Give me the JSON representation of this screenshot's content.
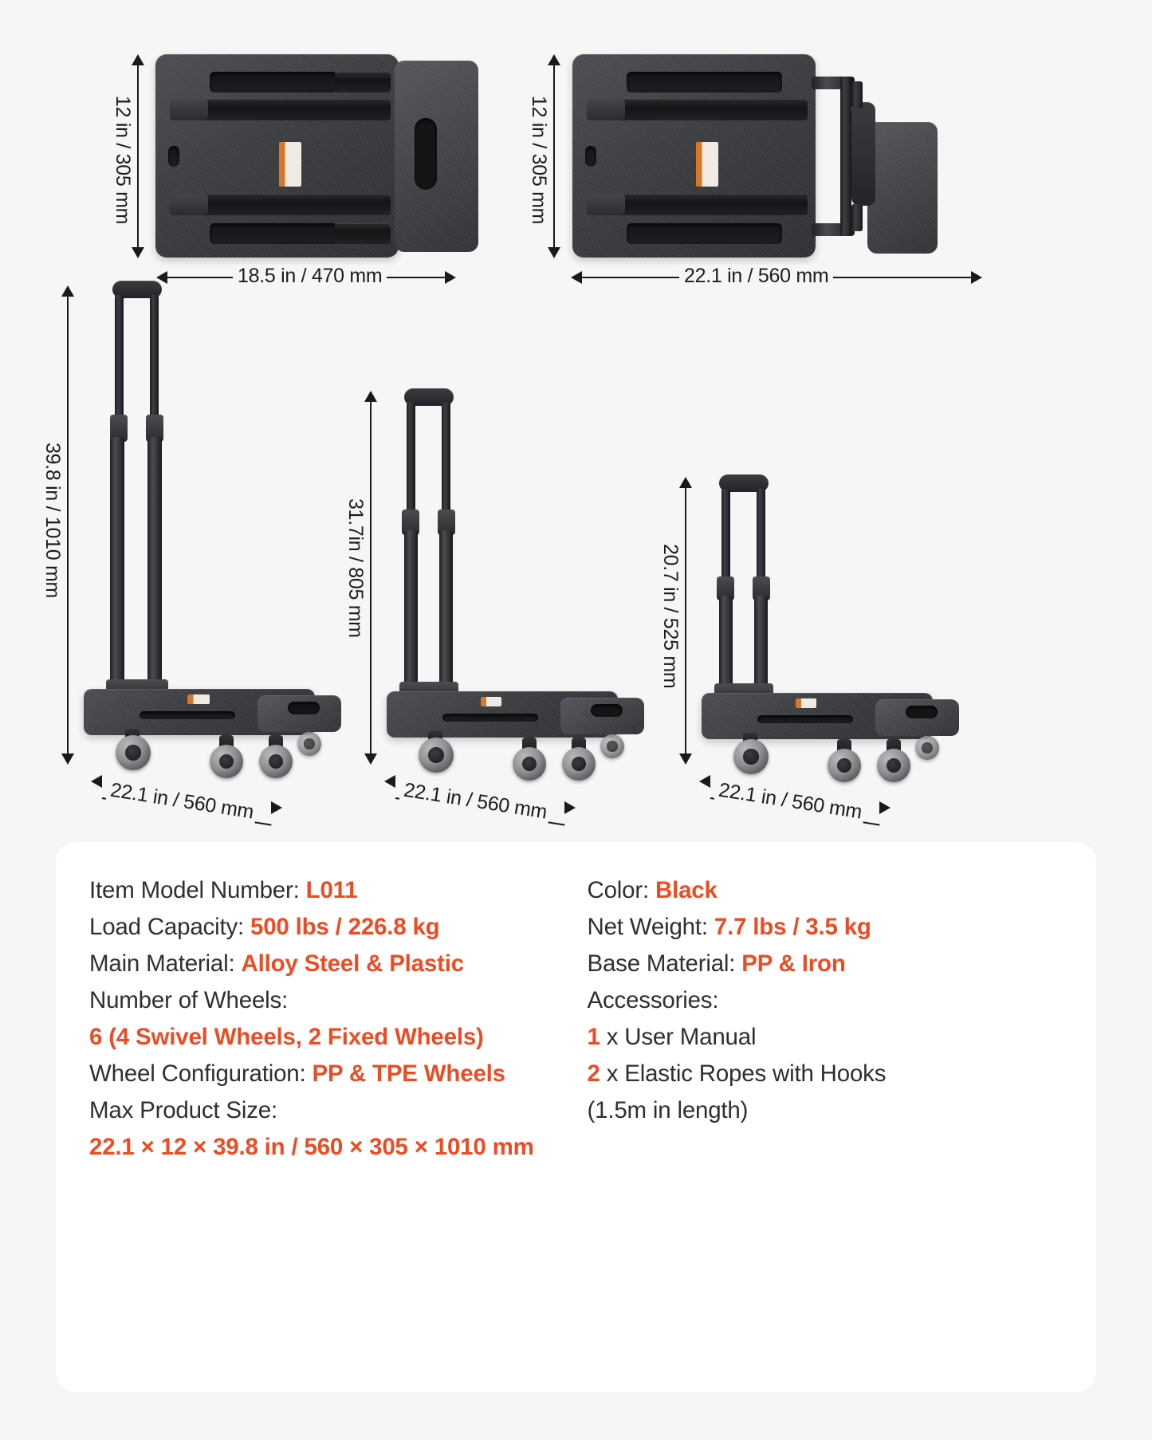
{
  "theme": {
    "background": "#f6f6f6",
    "card_background": "#ffffff",
    "accent": "#ec4c24",
    "text": "#2f2f2f"
  },
  "views": {
    "folded_top": {
      "name": "folded-flat-top-view",
      "height_label": "12 in / 305 mm",
      "width_label": "18.5 in / 470 mm"
    },
    "folded_handle": {
      "name": "folded-with-handle-top-view",
      "height_label": "12 in / 305 mm",
      "width_label": "22.1 in / 560 mm"
    },
    "cart_tall": {
      "name": "cart-handle-fully-extended",
      "height_label": "39.8 in / 1010 mm",
      "width_label": "22.1 in / 560 mm"
    },
    "cart_mid": {
      "name": "cart-handle-mid-extended",
      "height_label": "31.7in / 805 mm",
      "width_label": "22.1 in / 560 mm"
    },
    "cart_low": {
      "name": "cart-handle-retracted",
      "height_label": "20.7 in / 525 mm",
      "width_label": "22.1 in / 560 mm"
    }
  },
  "specs": {
    "left": [
      {
        "label": "Item Model Number:",
        "value": "L011",
        "layout": "inline"
      },
      {
        "label": "Load Capacity:",
        "value": "500 lbs / 226.8 kg",
        "layout": "inline"
      },
      {
        "label": "Main Material:",
        "value": "Alloy Steel & Plastic",
        "layout": "inline"
      },
      {
        "label": "Number of Wheels:",
        "value": "6 (4 Swivel Wheels, 2 Fixed Wheels)",
        "layout": "stacked"
      },
      {
        "label": "Wheel Configuration:",
        "value": "PP & TPE Wheels",
        "layout": "inline"
      },
      {
        "label": "Max Product Size:",
        "value": "22.1 × 12 × 39.8 in / 560 × 305 × 1010 mm",
        "layout": "stacked"
      }
    ],
    "right": [
      {
        "label": "Color:",
        "value": "Black",
        "layout": "inline"
      },
      {
        "label": "Net Weight:",
        "value": "7.7 lbs / 3.5 kg",
        "layout": "inline"
      },
      {
        "label": "Base Material:",
        "value": "PP & Iron",
        "layout": "inline"
      },
      {
        "label": "Accessories:",
        "value": "",
        "layout": "header"
      },
      {
        "label": "",
        "lead": "1",
        "value": " x User Manual",
        "layout": "accessory"
      },
      {
        "label": "",
        "lead": "2",
        "value": " x Elastic Ropes with Hooks",
        "layout": "accessory"
      },
      {
        "label": "(1.5m in length)",
        "value": "",
        "layout": "plain"
      }
    ]
  }
}
